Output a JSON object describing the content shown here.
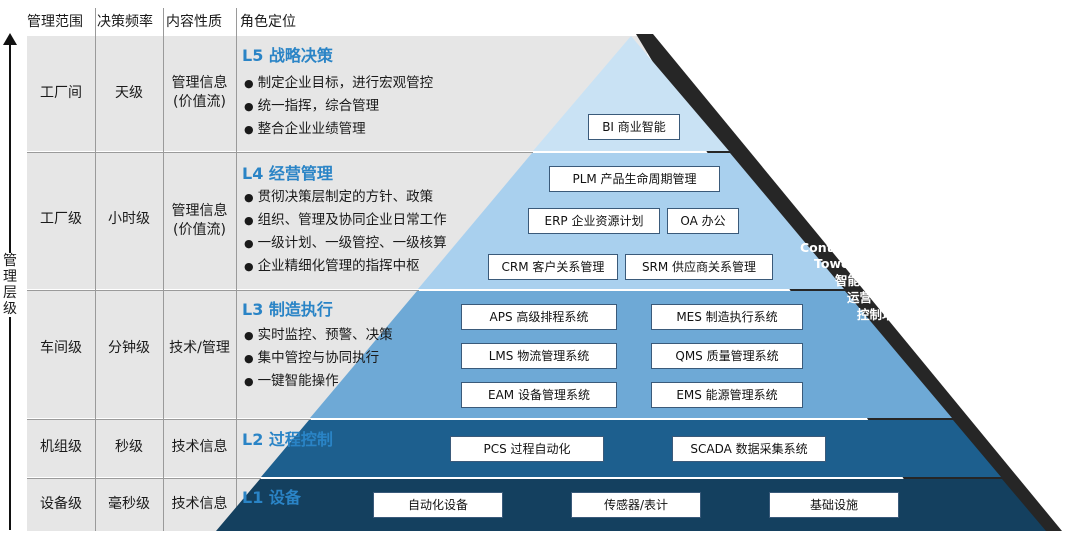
{
  "headers": {
    "scope": "管理范围",
    "frequency": "决策频率",
    "content": "内容性质",
    "role": "角色定位"
  },
  "axis_label": [
    "管",
    "理",
    "层",
    "级"
  ],
  "levels": [
    {
      "scope": "工厂间",
      "frequency": "天级",
      "content": "管理信息\n(价值流)",
      "title": "L5 战略决策",
      "bullets": [
        "制定企业目标，进行宏观管控",
        "统一指挥，综合管理",
        "整合企业业绩管理"
      ],
      "systems": [
        "BI 商业智能"
      ]
    },
    {
      "scope": "工厂级",
      "frequency": "小时级",
      "content": "管理信息\n(价值流)",
      "title": "L4 经营管理",
      "bullets": [
        "贯彻决策层制定的方针、政策",
        "组织、管理及协同企业日常工作",
        "一级计划、一级管控、一级核算",
        "企业精细化管理的指挥中枢"
      ],
      "systems": [
        "PLM 产品生命周期管理",
        "ERP 企业资源计划",
        "OA 办公",
        "CRM  客户关系管理",
        "SRM 供应商关系管理"
      ]
    },
    {
      "scope": "车间级",
      "frequency": "分钟级",
      "content": "技术/管理",
      "title": "L3 制造执行",
      "bullets": [
        "实时监控、预警、决策",
        "集中管控与协同执行",
        "一键智能操作"
      ],
      "systems": [
        "APS 高级排程系统",
        "MES 制造执行系统",
        "LMS 物流管理系统",
        "QMS 质量管理系统",
        "EAM 设备管理系统",
        "EMS 能源管理系统"
      ]
    },
    {
      "scope": "机组级",
      "frequency": "秒级",
      "content": "技术信息",
      "title": "L2 过程控制",
      "bullets": [],
      "systems": [
        "PCS 过程自动化",
        "SCADA 数据采集系统"
      ]
    },
    {
      "scope": "设备级",
      "frequency": "毫秒级",
      "content": "技术信息",
      "title": "L1 设备",
      "bullets": [],
      "systems": [
        "自动化设备",
        "传感器/表计",
        "基础设施"
      ]
    }
  ],
  "tower": [
    "Control",
    "Tower",
    "智能",
    "运营",
    "控制塔"
  ],
  "colors": {
    "l5": "#c9e2f4",
    "l4": "#a9d0ee",
    "l3": "#6ea9d6",
    "l2": "#1d5f8e",
    "l1": "#14405f",
    "tower": "#262626",
    "title": "#2a84c6",
    "band": "#e6e6e6"
  }
}
